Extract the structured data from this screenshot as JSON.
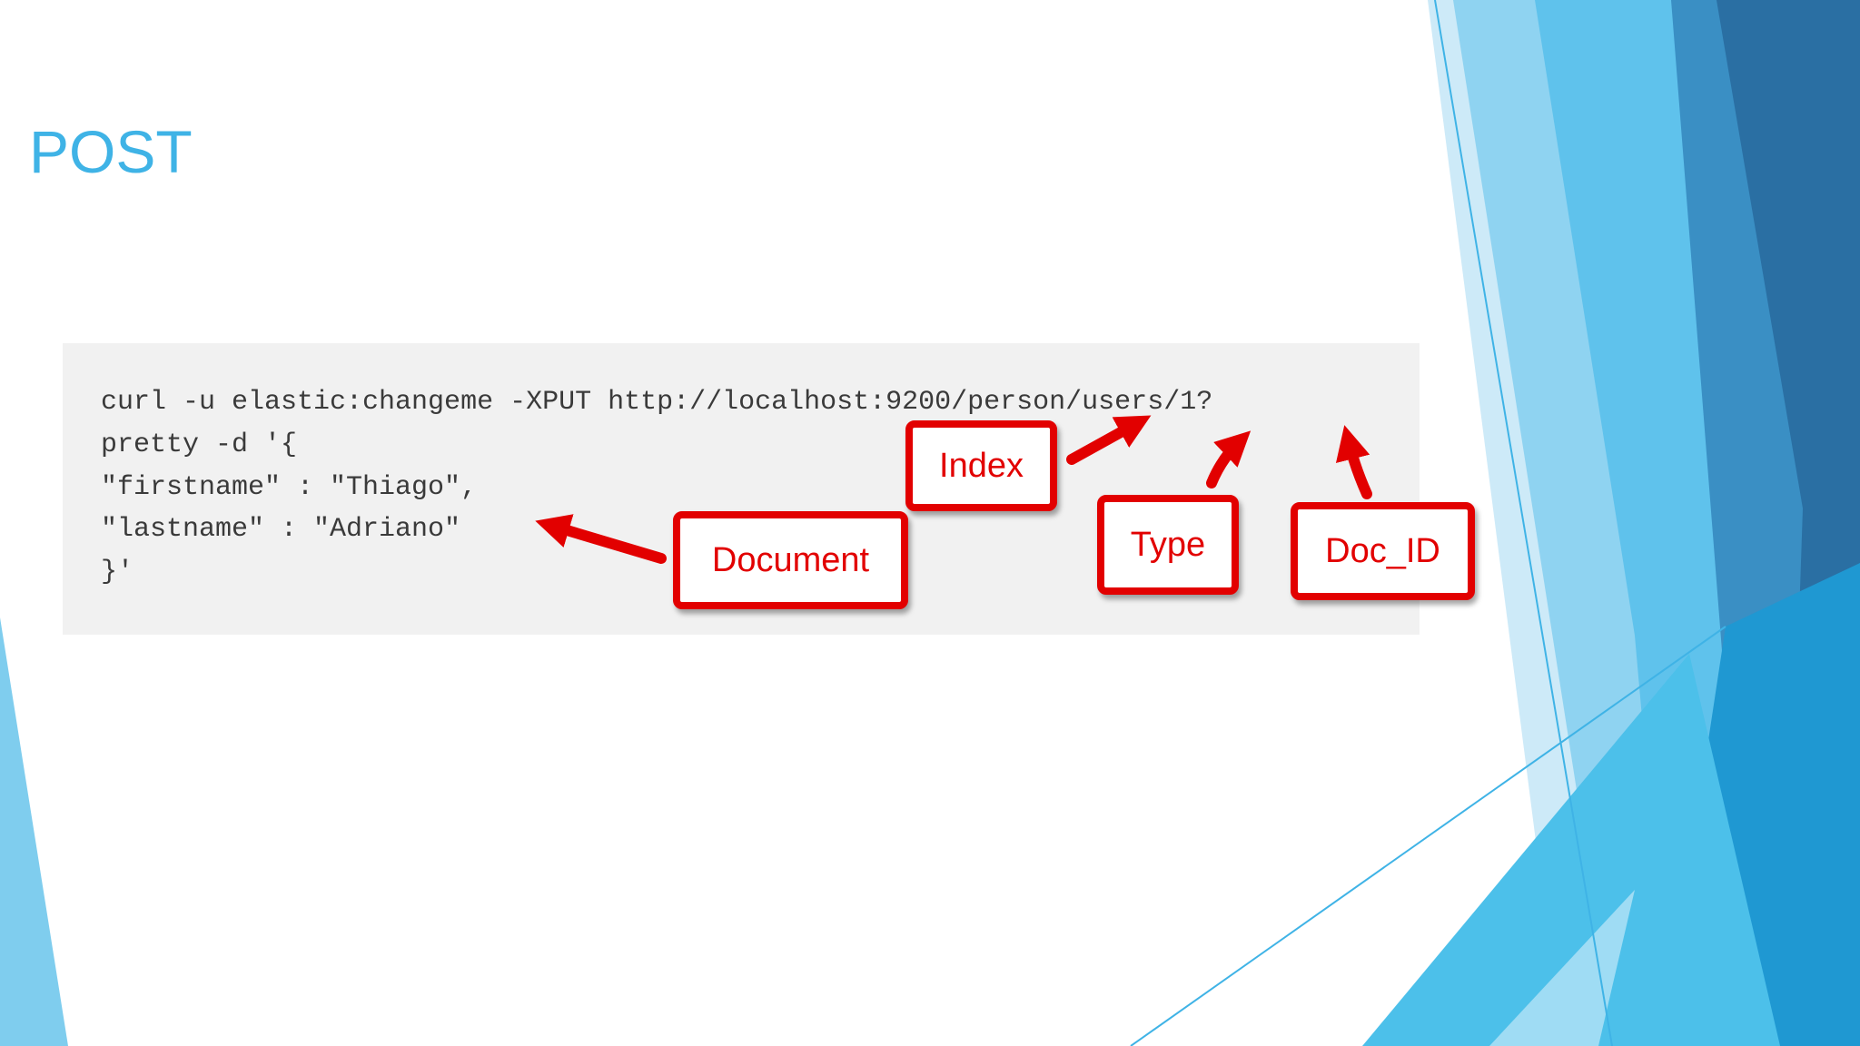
{
  "slide": {
    "title": "POST"
  },
  "code": {
    "lines": [
      "curl -u elastic:changeme -XPUT http://localhost:9200/person/users/1?",
      "pretty -d '{",
      "\"firstname\" : \"Thiago\",",
      "\"lastname\" : \"Adriano\"",
      "}'"
    ]
  },
  "callouts": {
    "index": "Index",
    "document": "Document",
    "type": "Type",
    "doc_id": "Doc_ID"
  },
  "colors": {
    "title": "#3fb3e6",
    "callout_red": "#e20000",
    "code_text": "#3a3a3a",
    "panel_bg": "#f1f1f1"
  }
}
